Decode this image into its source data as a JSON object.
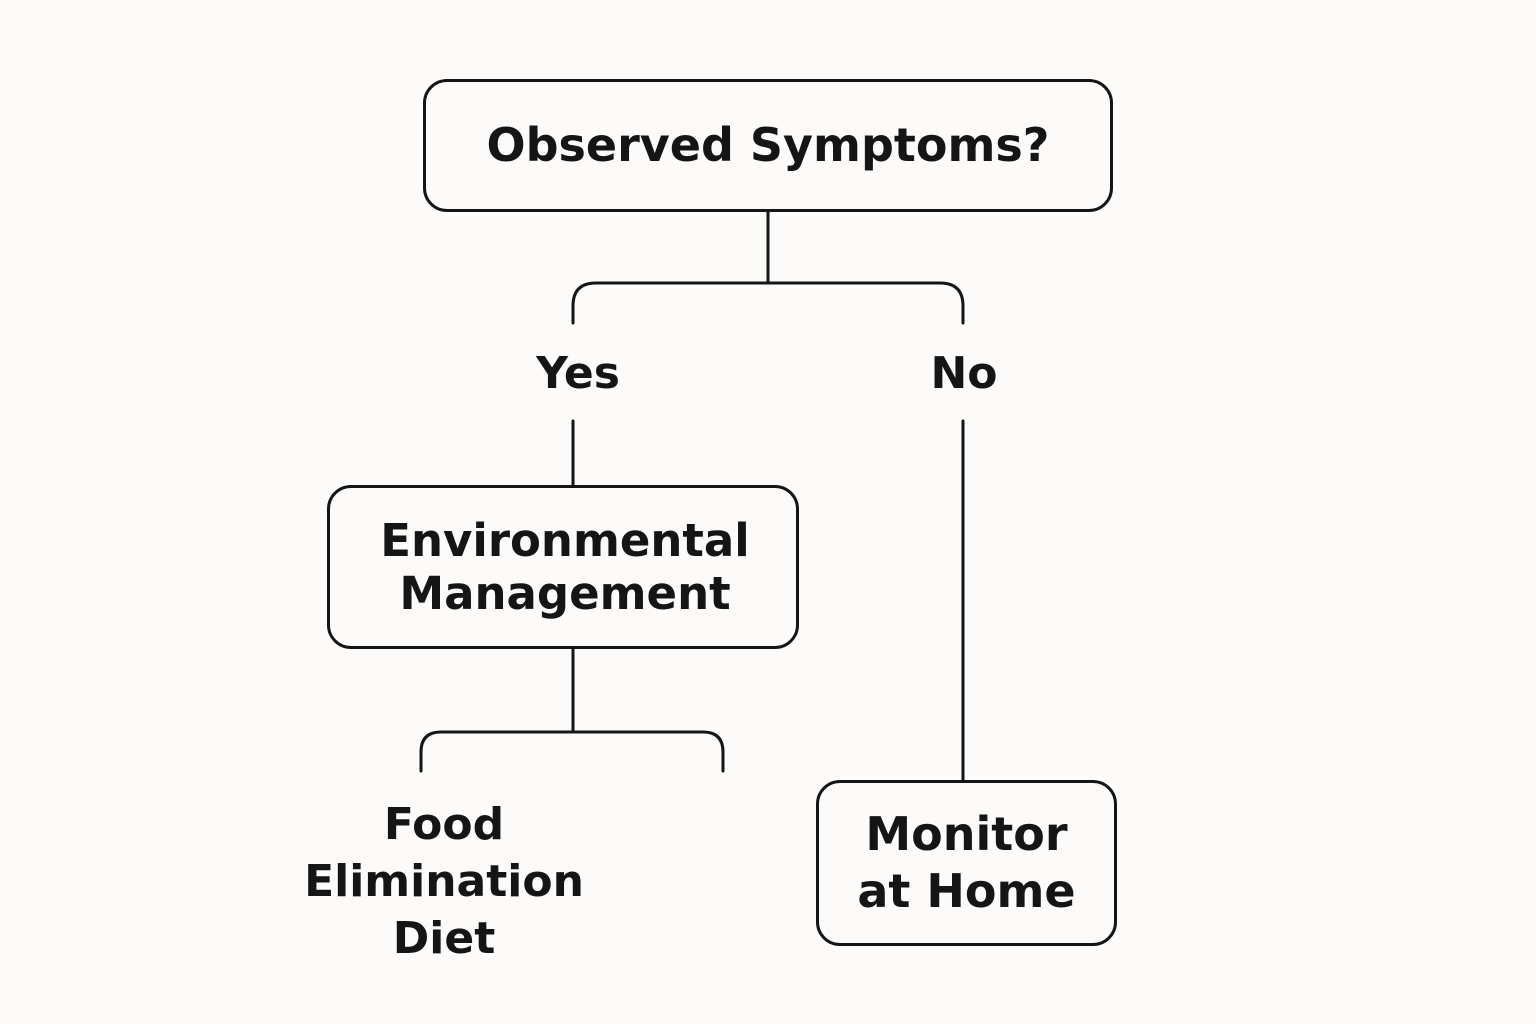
{
  "diagram": {
    "root": "Observed Symptoms?",
    "branches": {
      "yes": "Yes",
      "no": "No"
    },
    "environmental_management": [
      "Environmental",
      "Management"
    ],
    "food_elimination_diet": [
      "Food",
      "Elimination",
      "Diet"
    ],
    "monitor_at_home": [
      "Monitor",
      "at Home"
    ]
  },
  "colors": {
    "background": "#fcfbf9",
    "stroke": "#151515",
    "text": "#151515"
  }
}
